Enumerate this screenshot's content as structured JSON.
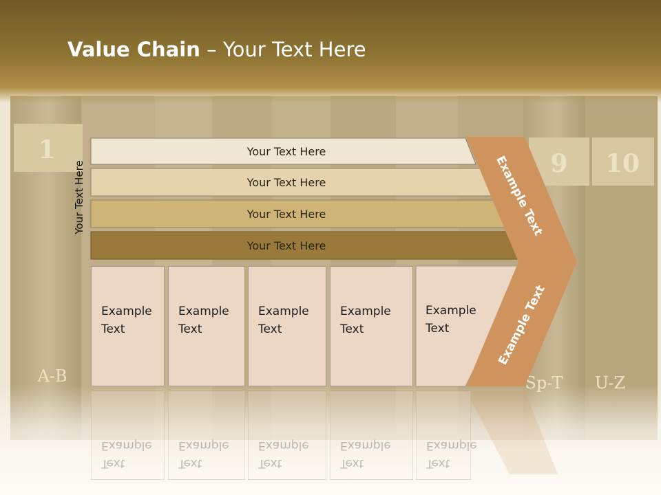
{
  "title": {
    "bold": "Value Chain",
    "rest": " – Your Text Here"
  },
  "side_label": "Your Text Here",
  "bands": [
    {
      "label": "Your Text Here",
      "color": "#efe6d4"
    },
    {
      "label": "Your Text Here",
      "color": "#e5d3ae"
    },
    {
      "label": "Your Text Here",
      "color": "#cfb478"
    },
    {
      "label": "Your Text Here",
      "color": "#9a7a3a"
    }
  ],
  "cells": [
    {
      "line1": "Example",
      "line2": "Text"
    },
    {
      "line1": "Example",
      "line2": "Text"
    },
    {
      "line1": "Example",
      "line2": "Text"
    },
    {
      "line1": "Example",
      "line2": "Text"
    },
    {
      "line1": "Example",
      "line2": "Text"
    }
  ],
  "chevron": {
    "upper_label": "Example Text",
    "lower_label": "Example Text",
    "color": "#cf935e"
  },
  "book_labels": {
    "spine_numbers": [
      "1",
      "9",
      "10"
    ],
    "spine_ranges": [
      "A-B",
      "Sp-T",
      "U-Z"
    ]
  }
}
